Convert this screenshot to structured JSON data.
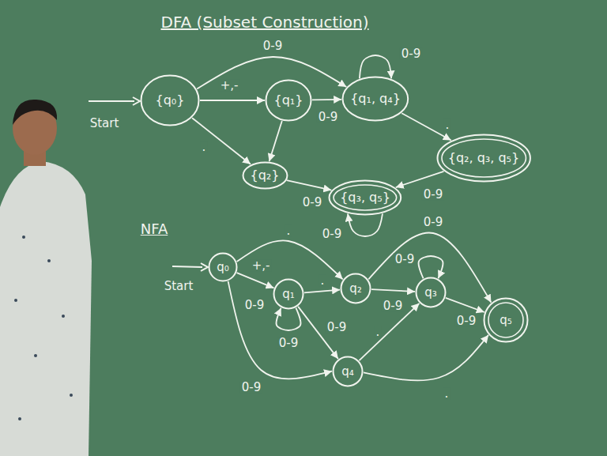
{
  "diagram": {
    "title": "DFA (Subset Construction)",
    "nodes": [
      {
        "text": [
          "{q₀}"
        ]
      },
      {
        "text": [
          "{q₁}"
        ]
      },
      {
        "text": [
          "{q₁, q₄}"
        ]
      },
      {
        "text": [
          "{q₂, q₃, q₅}"
        ]
      },
      {
        "text": [
          "{q₂}"
        ]
      },
      {
        "text": [
          "{q₃, q₅}"
        ]
      },
      {
        "text": [
          "q₀"
        ]
      },
      {
        "text": [
          "q₁"
        ]
      },
      {
        "text": [
          "q₂"
        ]
      },
      {
        "text": [
          "q₃"
        ]
      },
      {
        "text": [
          "q₄"
        ]
      },
      {
        "text": [
          "q₅"
        ]
      }
    ],
    "edges": [
      {
        "from": 0,
        "to": 1,
        "label": "+,-",
        "arrow": "to"
      },
      {
        "from": 0,
        "to": 2,
        "label": "0-9",
        "arrow": "to"
      },
      {
        "from": 1,
        "to": 2,
        "label": "0-9",
        "arrow": "to"
      },
      {
        "from": 2,
        "to": 2,
        "label": "0-9",
        "arrow": "to"
      },
      {
        "from": 2,
        "to": 3,
        "label": ".",
        "arrow": "to"
      },
      {
        "from": 0,
        "to": 4,
        "label": ".",
        "arrow": "to"
      },
      {
        "from": 1,
        "to": 4,
        "arrow": "to"
      },
      {
        "from": 4,
        "to": 5,
        "label": "0-9",
        "arrow": "to"
      },
      {
        "from": 3,
        "to": 5,
        "label": "0-9",
        "arrow": "to"
      },
      {
        "from": 5,
        "to": 5,
        "label": "0-9",
        "arrow": "to"
      },
      {
        "from": 6,
        "to": 7,
        "label": "+,-",
        "arrow": "to"
      },
      {
        "from": 6,
        "to": 8,
        "label": ".",
        "arrow": "to"
      },
      {
        "from": 7,
        "to": 7,
        "label": "0-9",
        "arrow": "to"
      },
      {
        "from": 7,
        "to": 8,
        "label": ".",
        "arrow": "to"
      },
      {
        "from": 7,
        "to": 10,
        "label": "0-9",
        "arrow": "to"
      },
      {
        "from": 6,
        "to": 10,
        "label": "0-9",
        "arrow": "to"
      },
      {
        "from": 8,
        "to": 9,
        "label": "0-9",
        "arrow": "to"
      },
      {
        "from": 9,
        "to": 9,
        "label": "0-9",
        "arrow": "to"
      },
      {
        "from": 9,
        "to": 11,
        "label": "0-9",
        "arrow": "to"
      },
      {
        "from": 8,
        "to": 11,
        "label": "0-9",
        "arrow": "to"
      },
      {
        "from": 10,
        "to": 9,
        "label": ".",
        "arrow": "to"
      },
      {
        "from": 10,
        "to": 11,
        "label": ".",
        "arrow": "to"
      }
    ],
    "labels": [
      "Start",
      "NFA",
      "Start",
      "0-9"
    ]
  }
}
